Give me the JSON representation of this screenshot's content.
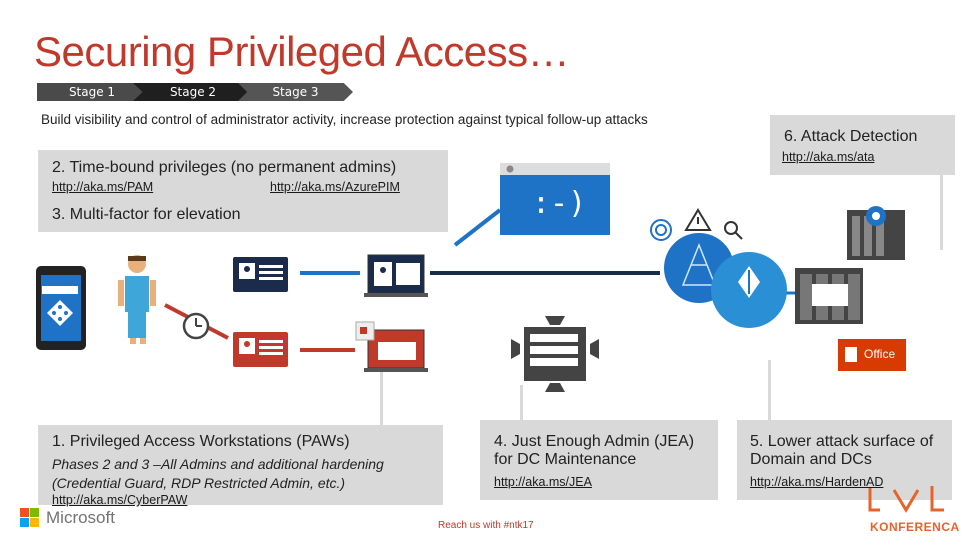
{
  "title": "Securing Privileged Access…",
  "stages": [
    "Stage 1",
    "Stage 2",
    "Stage 3"
  ],
  "subtitle": "Build visibility and control of administrator activity, increase protection against typical follow-up attacks",
  "box2": {
    "heading": "2. Time-bound privileges (no permanent admins)",
    "link1": "http://aka.ms/PAM",
    "link2": "http://aka.ms/AzurePIM"
  },
  "box3": {
    "heading": "3. Multi-factor for elevation"
  },
  "box6": {
    "heading": "6. Attack Detection",
    "link": "http://aka.ms/ata"
  },
  "box1": {
    "heading": "1. Privileged Access Workstations (PAWs)",
    "body": "Phases 2 and 3 –All Admins and additional hardening (Credential Guard, RDP Restricted Admin, etc.)",
    "link": "http://aka.ms/CyberPAW"
  },
  "box4": {
    "heading": "4. Just Enough Admin (JEA) for DC Maintenance",
    "link": "http://aka.ms/JEA"
  },
  "box5": {
    "heading": "5. Lower attack surface of Domain and DCs",
    "link": "http://aka.ms/HardenAD"
  },
  "smiley": ":-)",
  "office_label": "Office",
  "footer": {
    "brand": "Microsoft",
    "reach": "Reach us with #ntk17",
    "konf": "KONFERENCA"
  },
  "colors": {
    "accent": "#c0392b",
    "blue": "#1e73c7",
    "navy": "#1a2b4c",
    "box": "#d9d9d9"
  }
}
